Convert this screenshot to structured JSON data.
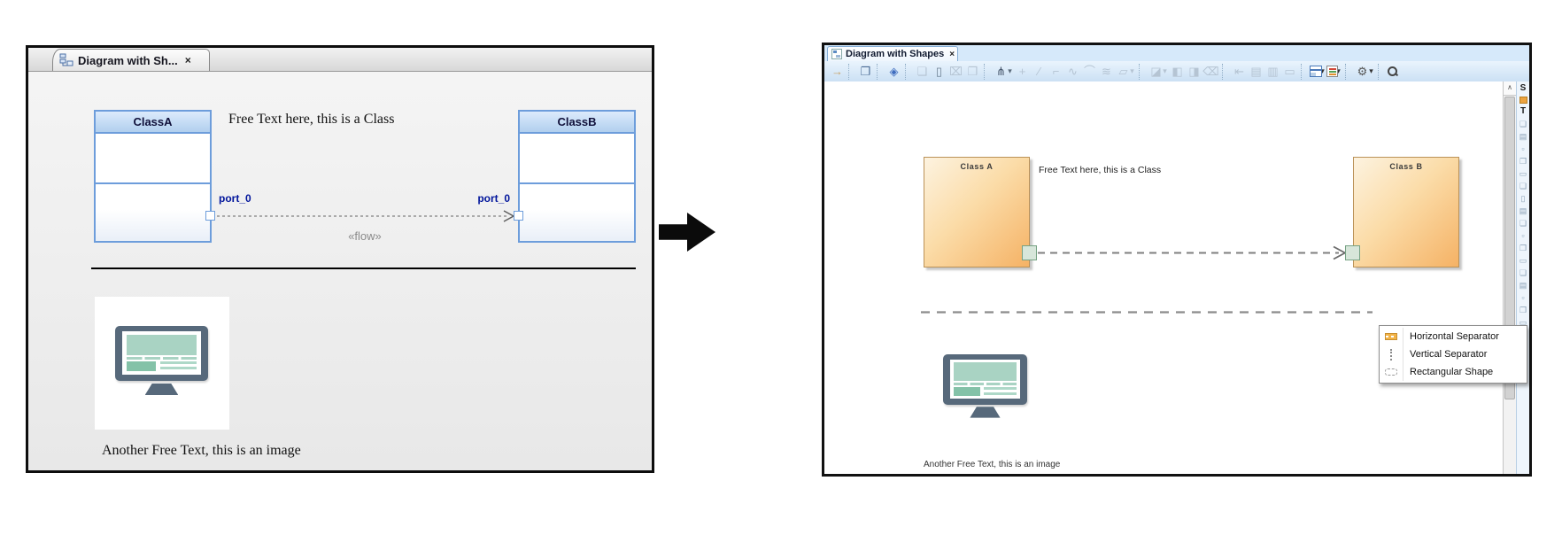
{
  "left_panel": {
    "tab": {
      "label": "Diagram with Sh...",
      "close": "×"
    },
    "diagram": {
      "classA": {
        "title": "ClassA",
        "port_label": "port_0"
      },
      "classB": {
        "title": "ClassB",
        "port_label": "port_0"
      },
      "free_text": "Free Text here, this is a Class",
      "flow_label": "«flow»",
      "image_caption": "Another Free Text, this is an image"
    }
  },
  "right_panel": {
    "tab": {
      "label": "Diagram with Shapes",
      "close": "×"
    },
    "toolbar": {
      "icons": [
        {
          "name": "forward-icon",
          "glyph": "→",
          "color": "#c8a368"
        },
        {
          "sep": true
        },
        {
          "name": "related-elements-icon",
          "glyph": "❐",
          "color": "#4a6b94"
        },
        {
          "sep": true
        },
        {
          "name": "validate-icon",
          "glyph": "◈",
          "color": "#3f6dbf"
        },
        {
          "sep": true
        },
        {
          "name": "copy-icon",
          "glyph": "❏",
          "color": "#b5c4d3"
        },
        {
          "name": "paste-icon",
          "glyph": "▯",
          "color": "#6b7f91"
        },
        {
          "name": "delete-icon",
          "glyph": "⌧",
          "color": "#b5c4d3"
        },
        {
          "name": "clone-icon",
          "glyph": "❐",
          "color": "#b5c4d3"
        },
        {
          "sep": true
        },
        {
          "name": "hierarchy-icon",
          "glyph": "⋔",
          "color": "#44546a"
        },
        {
          "name": "dropdown-caret",
          "glyph": "▾",
          "color": "#5a6a7a",
          "caret": true
        },
        {
          "name": "add-shape-icon",
          "glyph": "+",
          "color": "#b5c4d3"
        },
        {
          "name": "line-straight-icon",
          "glyph": "∕",
          "color": "#b5c4d3"
        },
        {
          "name": "line-rectilinear-icon",
          "glyph": "⌐",
          "color": "#b5c4d3"
        },
        {
          "name": "line-oblique-icon",
          "glyph": "∿",
          "color": "#b5c4d3"
        },
        {
          "name": "line-curve-icon",
          "glyph": "⌒",
          "color": "#b5c4d3"
        },
        {
          "name": "line-spline-icon",
          "glyph": "≋",
          "color": "#b5c4d3"
        },
        {
          "name": "reroute-icon",
          "glyph": "▱",
          "color": "#b5c4d3"
        },
        {
          "name": "dropdown-caret",
          "glyph": "▾",
          "color": "#b5c4d3",
          "caret": true
        },
        {
          "sep": true
        },
        {
          "name": "paint-icon",
          "glyph": "◪",
          "color": "#b5c4d3"
        },
        {
          "name": "dropdown-caret",
          "glyph": "▾",
          "color": "#b5c4d3",
          "caret": true
        },
        {
          "name": "bring-to-front-icon",
          "glyph": "◧",
          "color": "#b5c4d3"
        },
        {
          "name": "send-to-back-icon",
          "glyph": "◨",
          "color": "#b5c4d3"
        },
        {
          "name": "eraser-icon",
          "glyph": "⌫",
          "color": "#b5c4d3"
        },
        {
          "sep": true
        },
        {
          "name": "align-icon",
          "glyph": "⇤",
          "color": "#b5c4d3"
        },
        {
          "name": "layout-grid-icon",
          "glyph": "▤",
          "color": "#b5c4d3"
        },
        {
          "name": "layout-columns-icon",
          "glyph": "▥",
          "color": "#b5c4d3"
        },
        {
          "name": "layout-row-icon",
          "glyph": "▭",
          "color": "#b5c4d3"
        },
        {
          "sep": true
        },
        {
          "name": "window-layout-icon",
          "css": "i-window"
        },
        {
          "name": "dropdown-caret",
          "glyph": "▾",
          "color": "#333",
          "caret": true
        },
        {
          "name": "legend-icon",
          "css": "i-legend"
        },
        {
          "name": "dropdown-caret",
          "glyph": "▾",
          "color": "#333",
          "caret": true
        },
        {
          "sep": true
        },
        {
          "name": "gear-icon",
          "glyph": "⚙",
          "color": "#555"
        },
        {
          "name": "dropdown-caret",
          "glyph": "▾",
          "color": "#333",
          "caret": true
        },
        {
          "sep": true
        },
        {
          "name": "zoom-search-icon",
          "css": "i-mag"
        }
      ]
    },
    "diagram": {
      "classA": {
        "title": "Class A"
      },
      "classB": {
        "title": "Class B"
      },
      "free_text": "Free Text here, this is a Class",
      "image_caption": "Another Free Text, this is an image"
    },
    "context_menu": {
      "items": [
        {
          "icon": "horizontal-separator-icon",
          "label": "Horizontal Separator"
        },
        {
          "icon": "vertical-separator-icon",
          "label": "Vertical Separator"
        },
        {
          "icon": "rectangular-shape-icon",
          "label": "Rectangular Shape"
        }
      ]
    },
    "scrollbar": {
      "up_arrow": "∧"
    },
    "palette": {
      "items": [
        {
          "name": "palette-label-s",
          "glyph": "S"
        },
        {
          "name": "palette-shape-icon",
          "css": "p-orange"
        },
        {
          "name": "palette-label-t",
          "glyph": "T"
        },
        {
          "name": "palette-tool-icon",
          "glyph": "❏",
          "tool": true
        },
        {
          "name": "palette-tool-icon",
          "glyph": "▤",
          "tool": true
        },
        {
          "name": "palette-tool-icon",
          "glyph": "▫",
          "tool": true
        },
        {
          "name": "palette-tool-icon",
          "glyph": "❐",
          "tool": true
        },
        {
          "name": "palette-tool-icon",
          "glyph": "▭",
          "tool": true
        },
        {
          "name": "palette-tool-icon",
          "glyph": "❏",
          "tool": true
        },
        {
          "name": "palette-tool-icon",
          "glyph": "▯",
          "tool": true
        },
        {
          "name": "palette-tool-icon",
          "glyph": "▤",
          "tool": true
        },
        {
          "name": "palette-tool-icon",
          "glyph": "❏",
          "tool": true
        },
        {
          "name": "palette-tool-icon",
          "glyph": "▫",
          "tool": true
        },
        {
          "name": "palette-tool-icon",
          "glyph": "❐",
          "tool": true
        },
        {
          "name": "palette-tool-icon",
          "glyph": "▭",
          "tool": true
        },
        {
          "name": "palette-tool-icon",
          "glyph": "❏",
          "tool": true
        },
        {
          "name": "palette-tool-icon",
          "glyph": "▤",
          "tool": true
        },
        {
          "name": "palette-tool-icon",
          "glyph": "▫",
          "tool": true
        },
        {
          "name": "palette-tool-icon",
          "glyph": "❐",
          "tool": true
        },
        {
          "name": "palette-tool-icon",
          "glyph": "▭",
          "tool": true
        },
        {
          "name": "palette-tool-icon",
          "glyph": "❏",
          "tool": true
        },
        {
          "name": "palette-tool-icon",
          "glyph": "▤",
          "tool": true
        }
      ]
    }
  },
  "colors": {
    "left_class_border": "#6d9ddb",
    "left_class_header": "#c6dcf5",
    "port_label_blue": "#00149b",
    "right_class_fill_top": "#fdf3e0",
    "right_class_fill_bottom": "#f5b265",
    "right_port_green": "#d7e6da",
    "toolbar_blue": "#d6e9fa",
    "monitor_slate": "#57697b",
    "monitor_teal": "#a9d3c3",
    "separator_icon_orange": "#f2b347"
  }
}
